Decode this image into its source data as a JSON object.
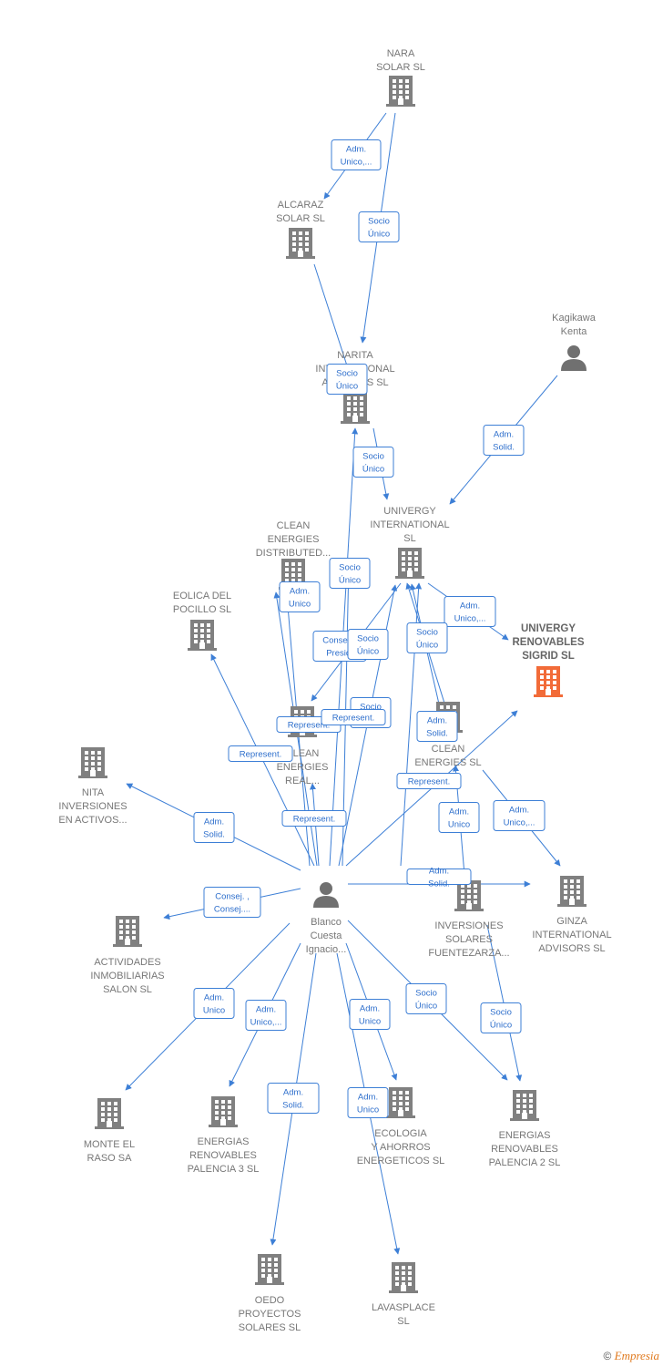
{
  "nodes": [
    {
      "id": "nara",
      "kind": "company",
      "label": [
        "NARA",
        "SOLAR  SL"
      ]
    },
    {
      "id": "alcaraz",
      "kind": "company",
      "label": [
        "ALCARAZ",
        "SOLAR SL"
      ]
    },
    {
      "id": "kagikawa",
      "kind": "person",
      "label": [
        "Kagikawa",
        "Kenta"
      ]
    },
    {
      "id": "narita",
      "kind": "company",
      "label": [
        "NARITA",
        "INTERNATIONAL",
        "ADVISORS  SL"
      ]
    },
    {
      "id": "univergy_int",
      "kind": "company",
      "label": [
        "UNIVERGY",
        "INTERNATIONAL",
        "SL"
      ]
    },
    {
      "id": "clean_dist",
      "kind": "company",
      "label": [
        "CLEAN",
        "ENERGIES",
        "DISTRIBUTED..."
      ]
    },
    {
      "id": "eolica",
      "kind": "company",
      "label": [
        "EOLICA DEL",
        "POCILLO SL"
      ]
    },
    {
      "id": "univergy_ren",
      "kind": "company",
      "highlight": true,
      "label": [
        "UNIVERGY",
        "RENOVABLES",
        "SIGRID  SL"
      ]
    },
    {
      "id": "clean_real",
      "kind": "company",
      "label": [
        "CLEAN",
        "ENERGIES",
        "REAL..."
      ]
    },
    {
      "id": "clean_en",
      "kind": "company",
      "label": [
        "CLEAN",
        "ENERGIES SL"
      ]
    },
    {
      "id": "nita",
      "kind": "company",
      "label": [
        "NITA",
        "INVERSIONES",
        "EN ACTIVOS..."
      ]
    },
    {
      "id": "blanco",
      "kind": "person",
      "label": [
        "Blanco",
        "Cuesta",
        "Ignacio..."
      ]
    },
    {
      "id": "inv_fuente",
      "kind": "company",
      "label": [
        "INVERSIONES",
        "SOLARES",
        "FUENTEZARZA..."
      ]
    },
    {
      "id": "ginza",
      "kind": "company",
      "label": [
        "GINZA",
        "INTERNATIONAL",
        "ADVISORS  SL"
      ]
    },
    {
      "id": "actividades",
      "kind": "company",
      "label": [
        "ACTIVIDADES",
        "INMOBILIARIAS",
        "SALON SL"
      ]
    },
    {
      "id": "monte",
      "kind": "company",
      "label": [
        "MONTE EL",
        "RASO SA"
      ]
    },
    {
      "id": "palencia3",
      "kind": "company",
      "label": [
        "ENERGIAS",
        "RENOVABLES",
        "PALENCIA 3 SL"
      ]
    },
    {
      "id": "ecologia",
      "kind": "company",
      "label": [
        "ECOLOGIA",
        "Y AHORROS",
        "ENERGETICOS SL"
      ]
    },
    {
      "id": "palencia2",
      "kind": "company",
      "label": [
        "ENERGIAS",
        "RENOVABLES",
        "PALENCIA 2 SL"
      ]
    },
    {
      "id": "oedo",
      "kind": "company",
      "label": [
        "OEDO",
        "PROYECTOS",
        "SOLARES  SL"
      ]
    },
    {
      "id": "lavasplace",
      "kind": "company",
      "label": [
        "LAVASPLACE",
        "SL"
      ]
    }
  ],
  "edges": [
    {
      "label": [
        "Adm.",
        "Unico,..."
      ]
    },
    {
      "label": [
        "Socio",
        "Único"
      ]
    },
    {
      "label": [
        "Socio",
        "Único"
      ]
    },
    {
      "label": [
        "Socio",
        "Único"
      ]
    },
    {
      "label": [
        "Adm.",
        "Solid."
      ]
    },
    {
      "label": [
        "Socio",
        "Único"
      ]
    },
    {
      "label": [
        "Adm.",
        "Unico"
      ]
    },
    {
      "label": [
        "Adm.",
        "Unico,..."
      ]
    },
    {
      "label": [
        "Consej. ,",
        "Presid."
      ]
    },
    {
      "label": [
        "Socio",
        "Único"
      ]
    },
    {
      "label": [
        "Socio",
        "Único"
      ]
    },
    {
      "label": [
        "Socio",
        "Único"
      ]
    },
    {
      "label": [
        "Represent."
      ]
    },
    {
      "label": [
        "Adm.",
        "Solid."
      ]
    },
    {
      "label": [
        "Represent."
      ]
    },
    {
      "label": [
        "Represent."
      ]
    },
    {
      "label": [
        "Represent."
      ]
    },
    {
      "label": [
        "Adm.",
        "Unico"
      ]
    },
    {
      "label": [
        "Adm.",
        "Unico,..."
      ]
    },
    {
      "label": [
        "Represent."
      ]
    },
    {
      "label": [
        "Adm.",
        "Solid."
      ]
    },
    {
      "label": [
        "Consej. ,",
        "Consej...."
      ]
    },
    {
      "label": [
        "Adm.",
        "Solid."
      ]
    },
    {
      "label": [
        "Adm.",
        "Unico"
      ]
    },
    {
      "label": [
        "Adm.",
        "Unico,..."
      ]
    },
    {
      "label": [
        "Adm.",
        "Unico"
      ]
    },
    {
      "label": [
        "Adm.",
        "Solid."
      ]
    },
    {
      "label": [
        "Adm.",
        "Unico"
      ]
    },
    {
      "label": [
        "Socio",
        "Único"
      ]
    },
    {
      "label": [
        "Socio",
        "Único"
      ]
    }
  ],
  "colors": {
    "edge": "#3d7fd6",
    "company": "#808080",
    "highlight": "#f26b38",
    "person": "#707070"
  },
  "footer": {
    "copyright": "©",
    "brand": "Empresia"
  }
}
